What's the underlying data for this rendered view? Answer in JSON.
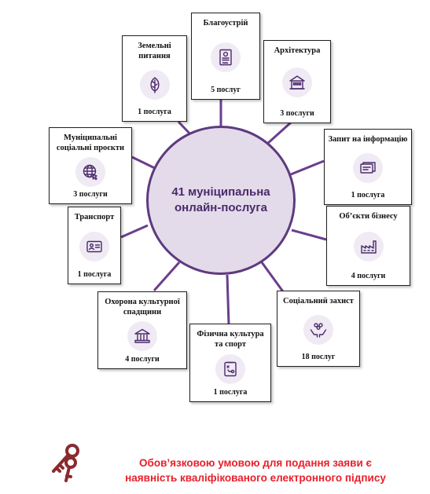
{
  "center": {
    "line1": "41 муніципальна",
    "line2": "онлайн-послуга"
  },
  "categories": [
    {
      "title": "Благоустрій",
      "count": "5 послуг",
      "icon": "certificate-icon"
    },
    {
      "title": "Архітектура",
      "count": "3 послуги",
      "icon": "building-icon"
    },
    {
      "title": "Запит на інформацію",
      "count": "1 послуга",
      "icon": "documents-icon"
    },
    {
      "title": "Об’єкти бізнесу",
      "count": "4 послуги",
      "icon": "factory-icon"
    },
    {
      "title": "Соціальний захист",
      "count": "18 послуг",
      "icon": "care-hands-icon"
    },
    {
      "title": "Фізична культура та спорт",
      "count": "1 послуга",
      "icon": "sport-tactics-icon"
    },
    {
      "title": "Охорона культурної спадщини",
      "count": "4 послуги",
      "icon": "museum-icon"
    },
    {
      "title": "Транспорт",
      "count": "1 послуга",
      "icon": "id-card-icon"
    },
    {
      "title": "Муніципальні соціальні проєкти",
      "count": "3 послуги",
      "icon": "globe-cursor-icon"
    },
    {
      "title": "Земельні питання",
      "count": "1 послуга",
      "icon": "leaf-icon"
    }
  ],
  "footer": {
    "line1": "Обов’язковою умовою для подання заяви є",
    "line2": "наявність кваліфікованого електронного підпису",
    "icon": "keys-icon"
  },
  "colors": {
    "accent": "#6b3e8c",
    "hub_fill": "#e3dbea",
    "footer_text": "#e8202a"
  }
}
